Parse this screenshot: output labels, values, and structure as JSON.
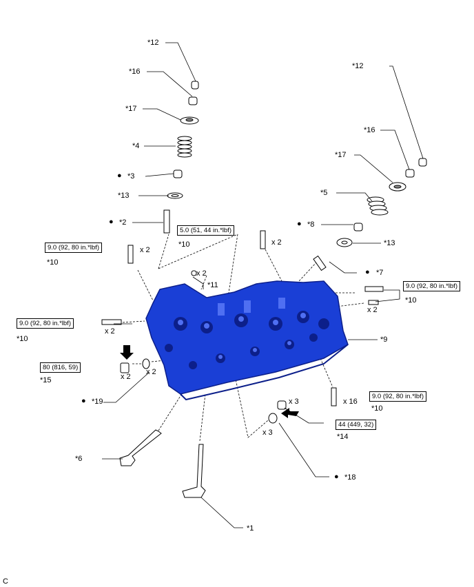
{
  "diagram_id": "C",
  "callouts": {
    "c1": "*1",
    "c2": "*2",
    "c3": "*3",
    "c4": "*4",
    "c5": "*5",
    "c6": "*6",
    "c7": "*7",
    "c8": "*8",
    "c9": "*9",
    "c10a": "*10",
    "c10b": "*10",
    "c10c": "*10",
    "c10d": "*10",
    "c10e": "*10",
    "c11": "*11",
    "c12a": "*12",
    "c12b": "*12",
    "c13a": "*13",
    "c13b": "*13",
    "c14": "*14",
    "c15": "*15",
    "c16a": "*16",
    "c16b": "*16",
    "c17a": "*17",
    "c17b": "*17",
    "c18": "*18",
    "c19": "*19"
  },
  "torque": {
    "t1": "5.0 (51, 44 in.*lbf)",
    "t2": "9.0 (92, 80 in.*lbf)",
    "t3": "9.0 (92, 80 in.*lbf)",
    "t4": "9.0 (92, 80 in.*lbf)",
    "t5": "9.0 (92, 80 in.*lbf)",
    "t6": "80 (816, 59)",
    "t7": "44 (449, 32)"
  },
  "quantities": {
    "q1": "x 2",
    "q2": "x 2",
    "q3": "x 2",
    "q4": "x 2",
    "q5": "x 2",
    "q6": "x 2",
    "q7": "x 2",
    "q8": "x 16",
    "q9": "x 3",
    "q10": "x 3"
  },
  "bullet": "●",
  "colors": {
    "head": "#1a3fd6",
    "head_dark": "#0c1f8a",
    "line": "#000000"
  }
}
